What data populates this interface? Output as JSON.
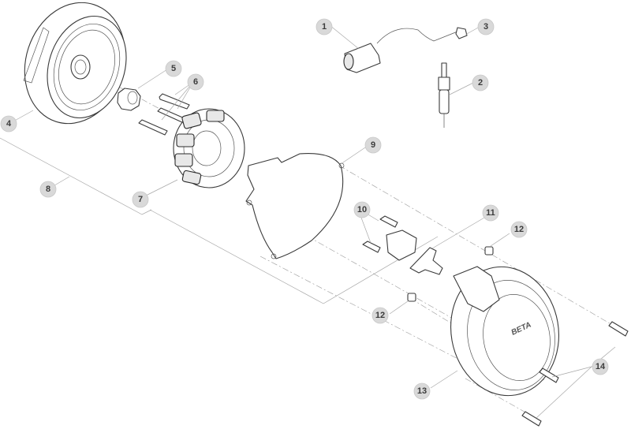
{
  "diagram": {
    "type": "exploded-parts-view",
    "subject": "Ignition / flywheel magneto assembly",
    "callouts": [
      {
        "id": "1",
        "label": "1",
        "part": "ignition-coil"
      },
      {
        "id": "2",
        "label": "2",
        "part": "spark-plug"
      },
      {
        "id": "3",
        "label": "3",
        "part": "spark-plug-cap"
      },
      {
        "id": "4",
        "label": "4",
        "part": "flywheel-rotor"
      },
      {
        "id": "5",
        "label": "5",
        "part": "flywheel-nut"
      },
      {
        "id": "6",
        "label": "6",
        "part": "stator-screws"
      },
      {
        "id": "7",
        "label": "7",
        "part": "stator"
      },
      {
        "id": "8",
        "label": "8",
        "part": "magneto-assembly"
      },
      {
        "id": "9",
        "label": "9",
        "part": "cover-gasket"
      },
      {
        "id": "10",
        "label": "10",
        "part": "pickup-screws"
      },
      {
        "id": "11",
        "label": "11",
        "part": "cable-bracket"
      },
      {
        "id": "12a",
        "label": "12",
        "part": "dowel-pin"
      },
      {
        "id": "12b",
        "label": "12",
        "part": "dowel-pin"
      },
      {
        "id": "13",
        "label": "13",
        "part": "magneto-cover"
      },
      {
        "id": "14",
        "label": "14",
        "part": "cover-screws"
      }
    ],
    "colors": {
      "bubble": "#d9d9d9",
      "bubble_text": "#3c3c3c",
      "line_art": "#3a3a3a",
      "leader": "#a8a8a8"
    }
  }
}
